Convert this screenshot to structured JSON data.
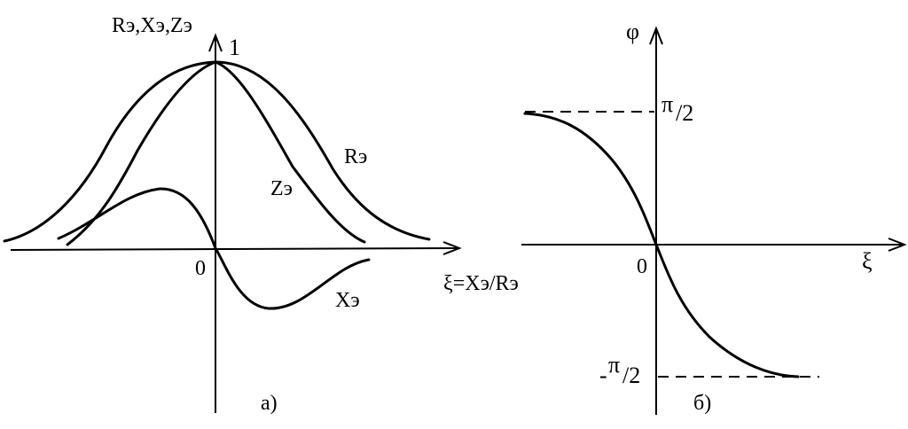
{
  "figure_a": {
    "y_axis_label": "Rэ,Xэ,Zэ",
    "peak_label": "1",
    "origin_label": "0",
    "x_axis_label": "ξ=Xэ/Rэ",
    "curve_r_label": "Rэ",
    "curve_z_label": "Zэ",
    "curve_x_label": "Xэ",
    "caption": "а)"
  },
  "figure_b": {
    "y_axis_label": "φ",
    "x_axis_label": "ξ",
    "origin_label": "0",
    "top_level": {
      "symbol": "π",
      "denominator": "/2"
    },
    "bottom_level": {
      "sign": "-",
      "symbol": "π",
      "denominator": "/2"
    },
    "caption": "б)"
  }
}
